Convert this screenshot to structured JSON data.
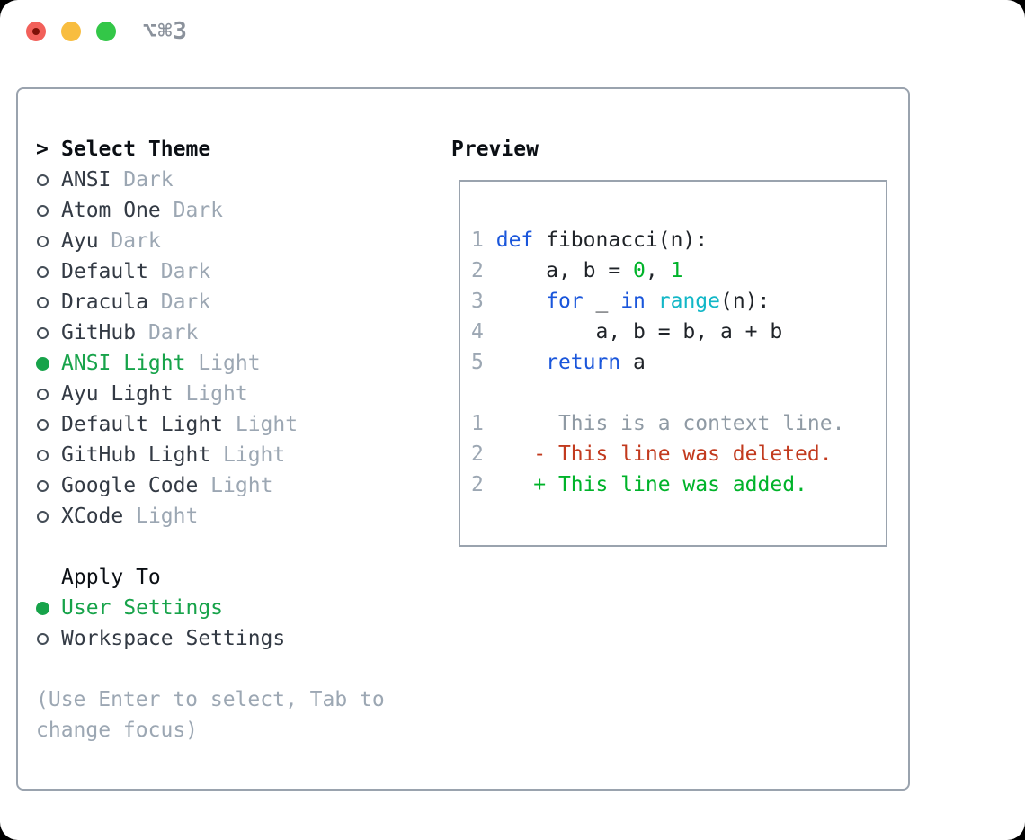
{
  "window": {
    "title": "⌥⌘3",
    "traffic_lights": [
      "close",
      "minimize",
      "zoom"
    ]
  },
  "theme_panel": {
    "header": {
      "prompt": ">",
      "label": "Select Theme"
    },
    "items": [
      {
        "name": "ANSI",
        "tag": "Dark",
        "selected": false
      },
      {
        "name": "Atom One",
        "tag": "Dark",
        "selected": false
      },
      {
        "name": "Ayu",
        "tag": "Dark",
        "selected": false
      },
      {
        "name": "Default",
        "tag": "Dark",
        "selected": false
      },
      {
        "name": "Dracula",
        "tag": "Dark",
        "selected": false
      },
      {
        "name": "GitHub",
        "tag": "Dark",
        "selected": false
      },
      {
        "name": "ANSI Light",
        "tag": "Light",
        "selected": true
      },
      {
        "name": "Ayu Light",
        "tag": "Light",
        "selected": false
      },
      {
        "name": "Default Light",
        "tag": "Light",
        "selected": false
      },
      {
        "name": "GitHub Light",
        "tag": "Light",
        "selected": false
      },
      {
        "name": "Google Code",
        "tag": "Light",
        "selected": false
      },
      {
        "name": "XCode",
        "tag": "Light",
        "selected": false
      }
    ],
    "apply_to": {
      "label": "Apply To",
      "options": [
        {
          "name": "User Settings",
          "selected": true
        },
        {
          "name": "Workspace Settings",
          "selected": false
        }
      ]
    },
    "hint_lines": [
      "(Use Enter to select, Tab to",
      "change focus)"
    ]
  },
  "preview": {
    "title": "Preview",
    "lines": [
      {
        "num": "1",
        "segments": [
          {
            "t": " ",
            "c": "plain"
          },
          {
            "t": "def",
            "c": "kw"
          },
          {
            "t": " fibonacci(n):",
            "c": "plain"
          }
        ]
      },
      {
        "num": "2",
        "segments": [
          {
            "t": "     a, b = ",
            "c": "plain"
          },
          {
            "t": "0",
            "c": "grn"
          },
          {
            "t": ", ",
            "c": "plain"
          },
          {
            "t": "1",
            "c": "grn"
          }
        ]
      },
      {
        "num": "3",
        "segments": [
          {
            "t": "     ",
            "c": "plain"
          },
          {
            "t": "for",
            "c": "kw"
          },
          {
            "t": " _ ",
            "c": "plain"
          },
          {
            "t": "in",
            "c": "kw"
          },
          {
            "t": " ",
            "c": "plain"
          },
          {
            "t": "range",
            "c": "cyan"
          },
          {
            "t": "(n):",
            "c": "plain"
          }
        ]
      },
      {
        "num": "4",
        "segments": [
          {
            "t": "         a, b = b, a + b",
            "c": "plain"
          }
        ]
      },
      {
        "num": "5",
        "segments": [
          {
            "t": "     ",
            "c": "plain"
          },
          {
            "t": "return",
            "c": "kw"
          },
          {
            "t": " a",
            "c": "plain"
          }
        ]
      },
      {
        "num": "",
        "segments": []
      },
      {
        "num": "1",
        "segments": [
          {
            "t": "      This is a context line.",
            "c": "ctx"
          }
        ]
      },
      {
        "num": "2",
        "segments": [
          {
            "t": "    - This line was deleted.",
            "c": "del"
          }
        ]
      },
      {
        "num": "2",
        "segments": [
          {
            "t": "    + This line was added.",
            "c": "add"
          }
        ]
      }
    ]
  },
  "colors": {
    "accent_green": "#17a34a",
    "keyword_blue": "#1a56db",
    "number_green": "#00b32a",
    "builtin_cyan": "#12b7c7",
    "deleted_red": "#c23a1e",
    "added_green": "#00b32a",
    "context_gray": "#8f9aa4",
    "gutter_gray": "#9ca7b3",
    "code_text": "#1f2328",
    "tag_gray": "#9ca7b3",
    "border_gray": "#9aa3ae"
  }
}
